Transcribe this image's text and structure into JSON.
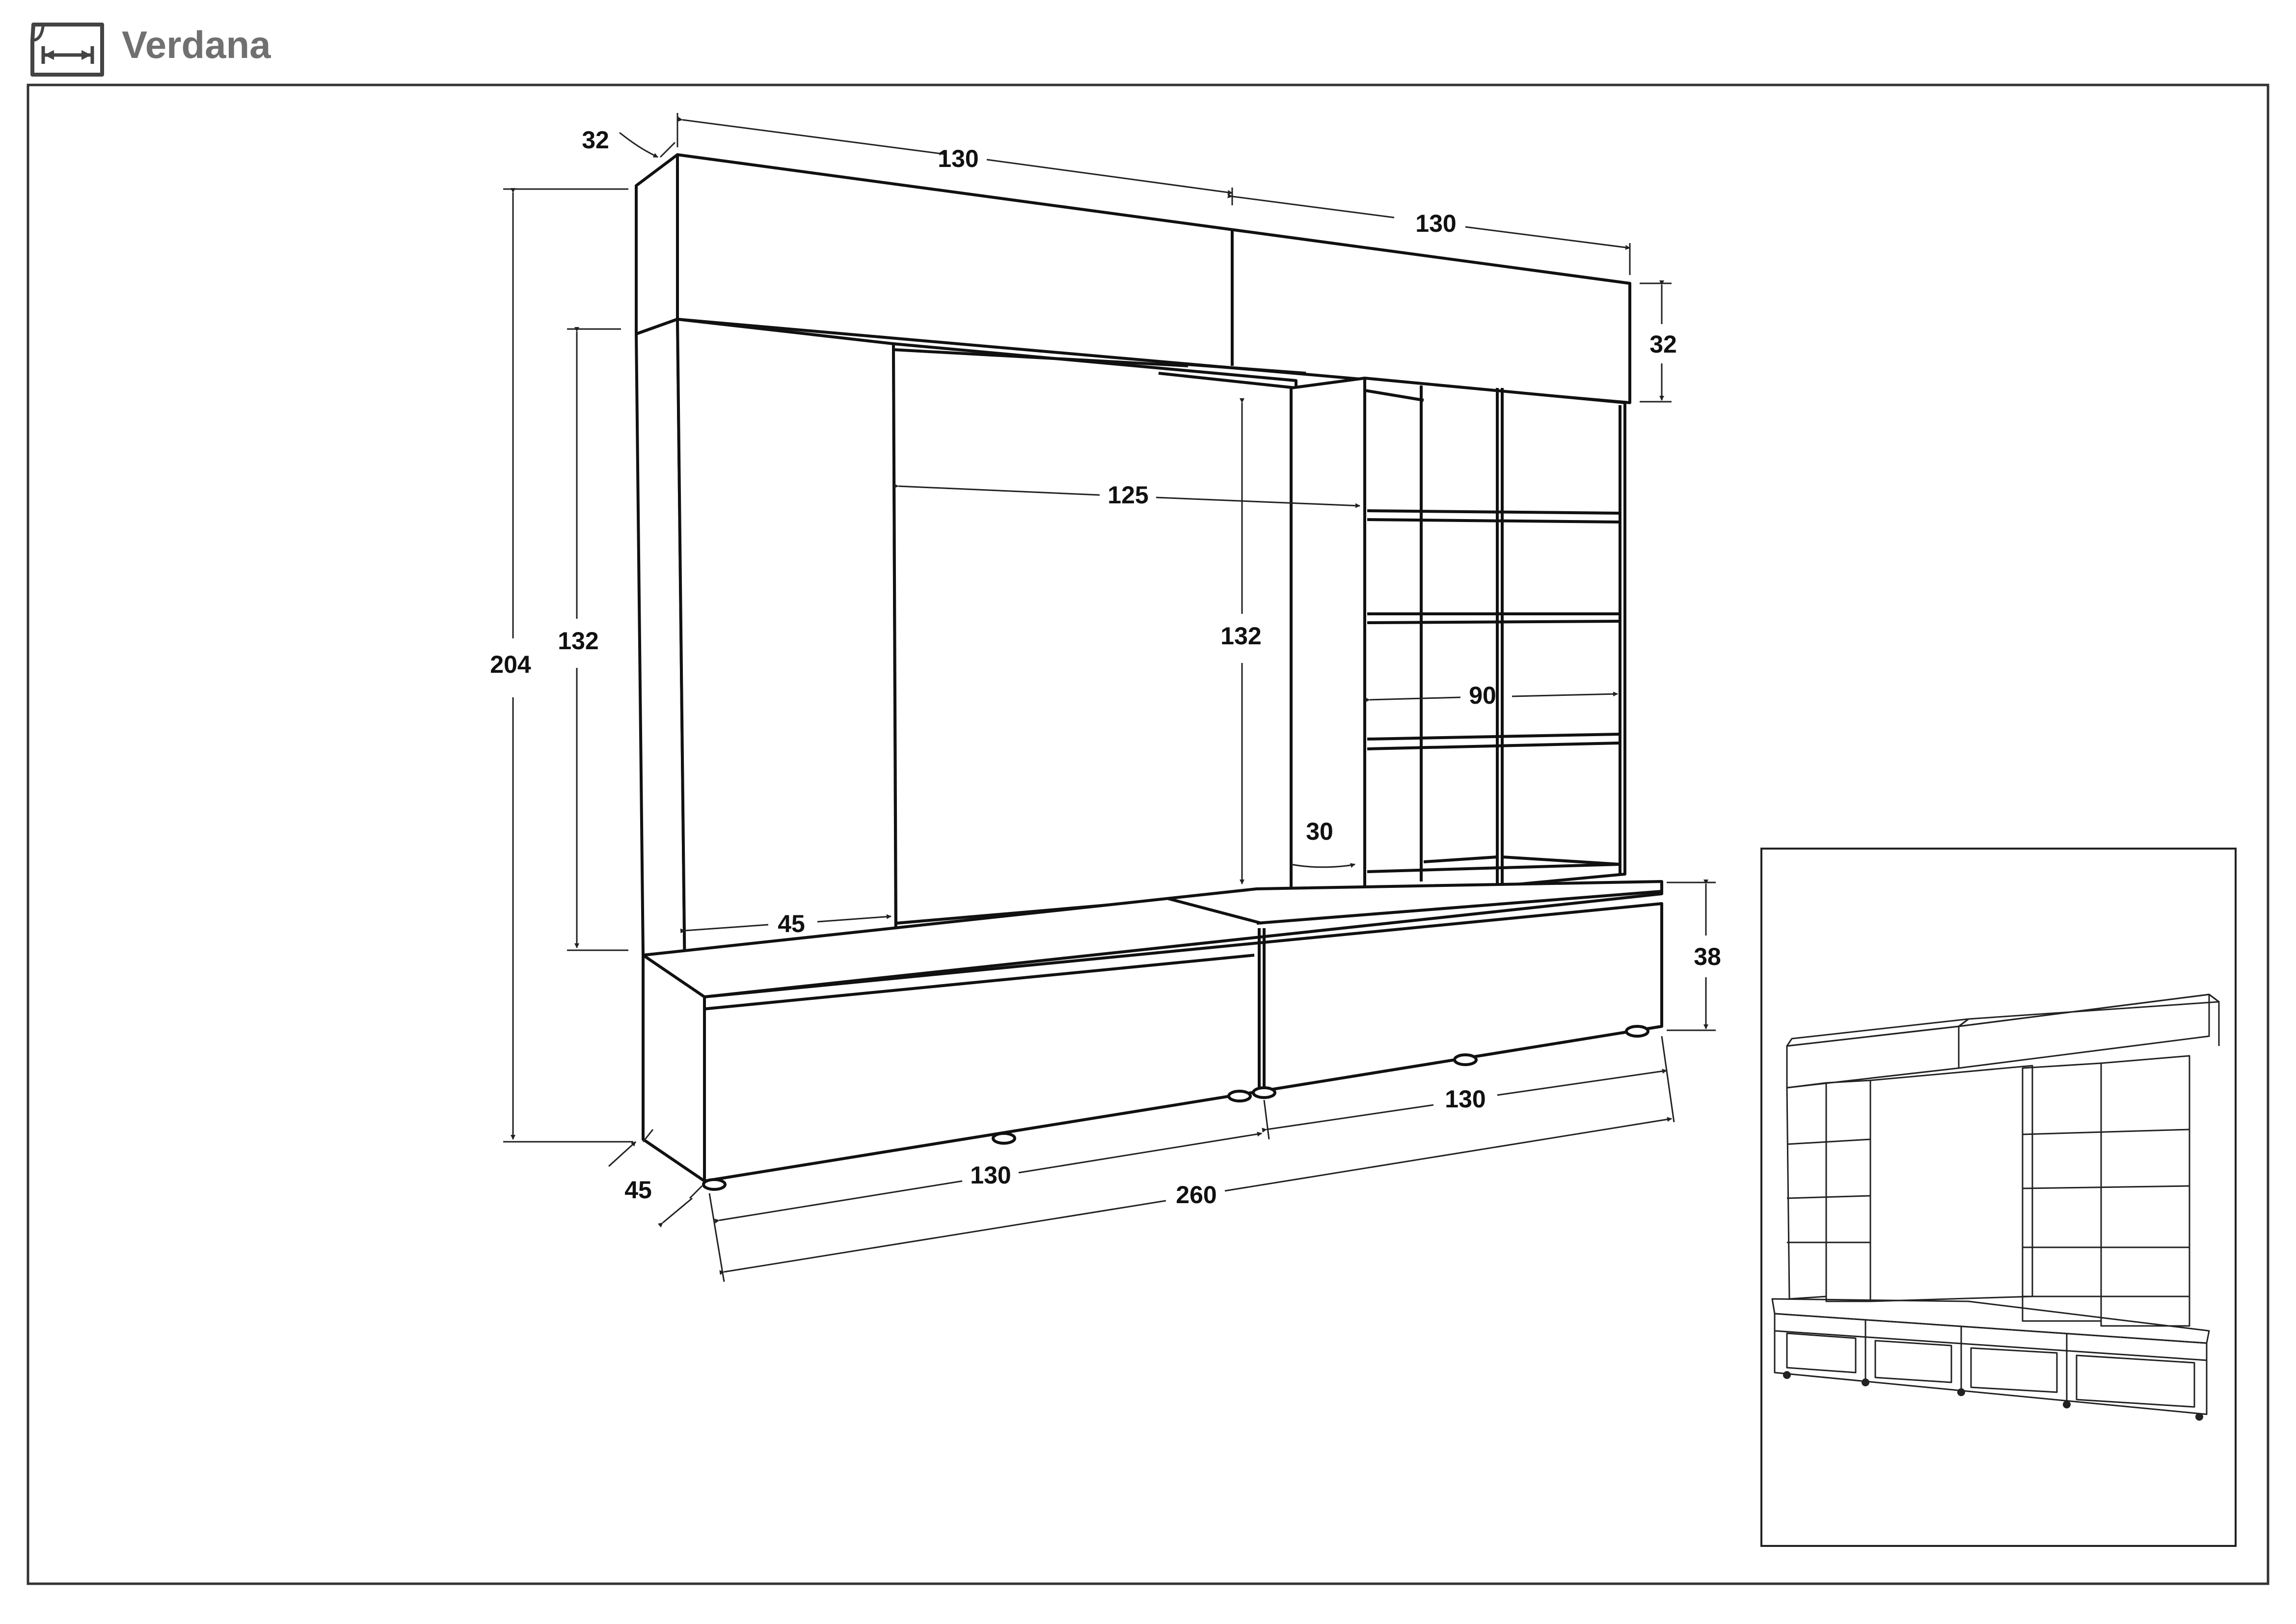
{
  "header": {
    "title": "Verdana",
    "icon": "dimensions-icon"
  },
  "dimensions": {
    "top_depth": "32",
    "top_left_width": "130",
    "top_right_width": "130",
    "top_height": "32",
    "total_height": "204",
    "tall_unit_height": "132",
    "tv_opening_width": "125",
    "tv_opening_height": "132",
    "shelf_width": "90",
    "shelf_depth": "30",
    "tall_unit_width": "45",
    "base_height": "38",
    "base_right_width": "130",
    "base_left_width": "130",
    "total_width": "260",
    "base_depth": "45"
  },
  "thumbnail": {
    "description_icon": "assembled-unit-preview"
  }
}
